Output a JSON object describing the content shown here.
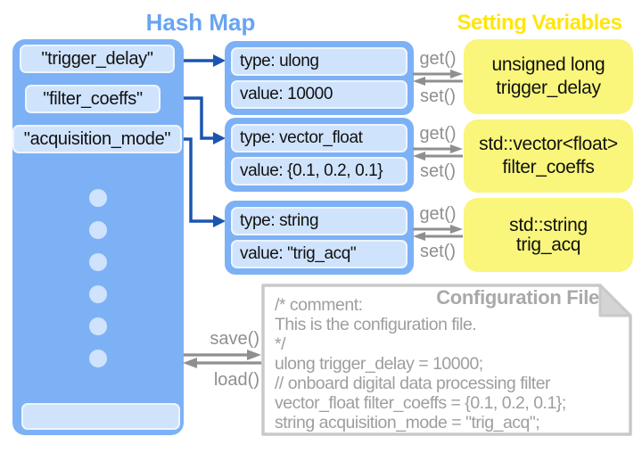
{
  "titles": {
    "hash_map": "Hash Map",
    "setting_variables": "Setting Variables"
  },
  "hash_map": {
    "keys": [
      "\"trigger_delay\"",
      "\"filter_coeffs\"",
      "\"acquisition_mode\""
    ],
    "ellipsis_dots": 6
  },
  "entries": [
    {
      "type": "type: ulong",
      "value": "value: 10000"
    },
    {
      "type": "type: vector_float",
      "value": "value: {0.1, 0.2, 0.1}"
    },
    {
      "type": "type: string",
      "value": "value: \"trig_acq\""
    }
  ],
  "setting_variables": [
    {
      "line1": "unsigned long",
      "line2": "trigger_delay"
    },
    {
      "line1": "std::vector<float>",
      "line2": "filter_coeffs"
    },
    {
      "line1": "std::string",
      "line2": "trig_acq"
    }
  ],
  "method_labels": {
    "get": "get()",
    "set": "set()",
    "save": "save()",
    "load": "load()"
  },
  "config_file": {
    "title": "Configuration File",
    "lines": [
      "/* comment:",
      "This is the configuration file.",
      "*/",
      "ulong trigger_delay = 10000;",
      "// onboard digital data processing filter",
      "vector_float filter_coeffs = {0.1, 0.2, 0.1};",
      "string acquisition_mode = \"trig_acq\";"
    ]
  },
  "colors": {
    "hash_map_fill": "#7db1f6",
    "key_fill": "#cfe3fc",
    "arrow_blue": "#1a55b0",
    "title_blue": "#68a4f2",
    "setting_fill": "#f9f67b",
    "title_yellow": "#ffe60a",
    "gray_arrow": "#8f8f8f",
    "config_border": "#c9c9c9"
  }
}
